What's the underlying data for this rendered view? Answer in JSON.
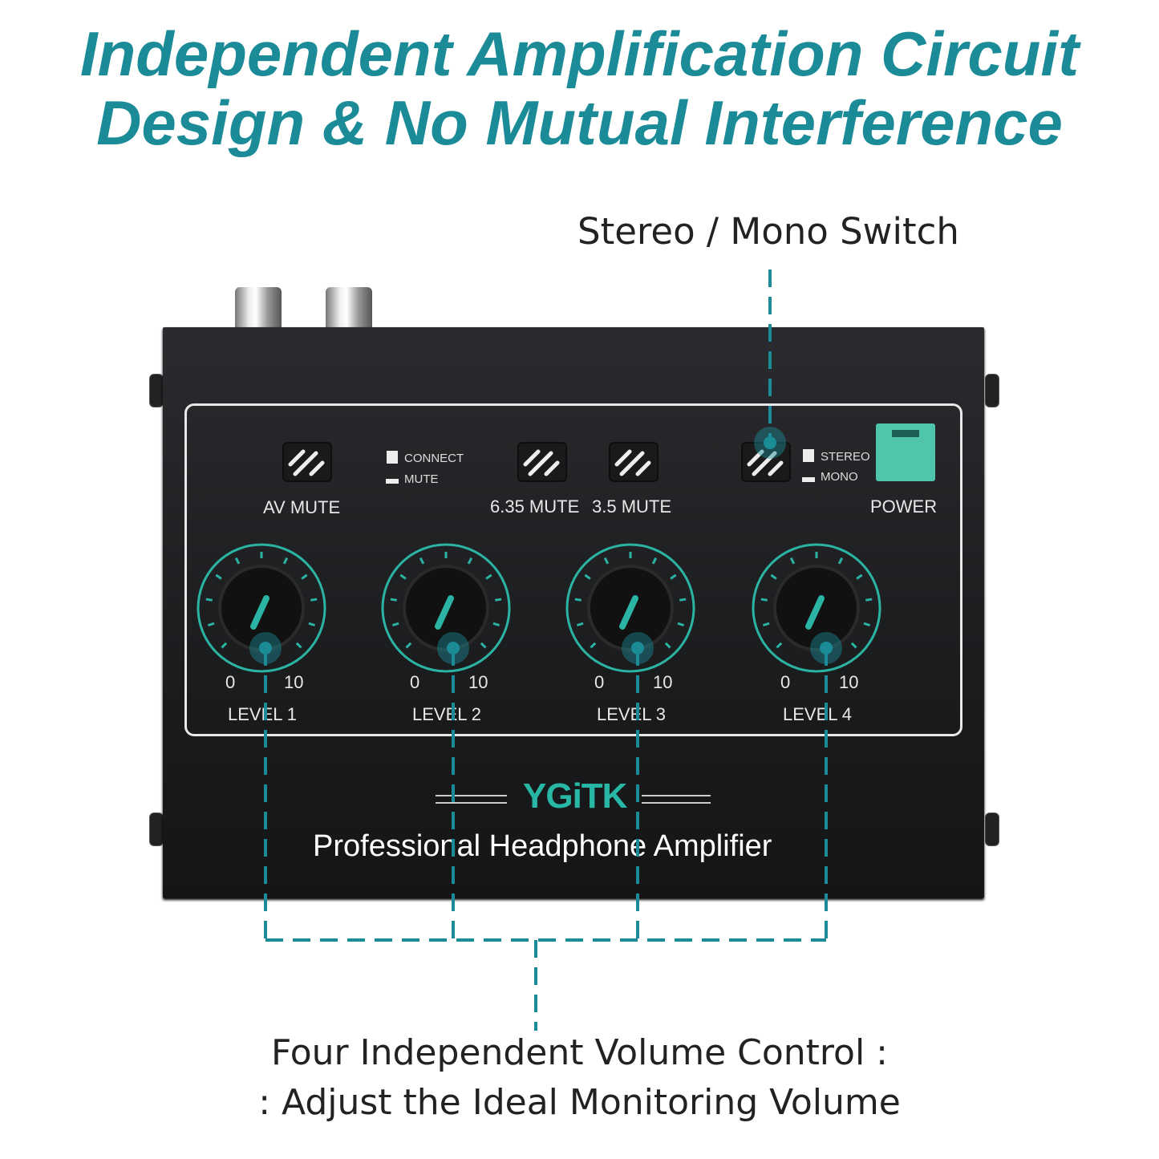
{
  "headline": {
    "line1": "Independent Amplification Circuit",
    "line2": "Design & No Mutual Interference"
  },
  "callouts": {
    "switch": "Stereo / Mono Switch",
    "volume_line1": "Four Independent Volume Control :",
    "volume_line2": ": Adjust the Ideal Monitoring Volume"
  },
  "device": {
    "buttons": {
      "av_mute": "AV MUTE",
      "mute_635": "6.35 MUTE",
      "mute_35": "3.5 MUTE",
      "power": "POWER"
    },
    "legend_connect": "CONNECT",
    "legend_mute": "MUTE",
    "legend_stereo": "STEREO",
    "legend_mono": "MONO",
    "knobs": [
      {
        "label": "LEVEL 1",
        "min": "0",
        "max": "10"
      },
      {
        "label": "LEVEL 2",
        "min": "0",
        "max": "10"
      },
      {
        "label": "LEVEL 3",
        "min": "0",
        "max": "10"
      },
      {
        "label": "LEVEL 4",
        "min": "0",
        "max": "10"
      }
    ],
    "brand": "YGiTK",
    "product_name": "Professional Headphone Amplifier"
  },
  "colors": {
    "accent": "#1b8b97",
    "power": "#4fc5ab",
    "knob_ring": "#2bb3a3"
  }
}
